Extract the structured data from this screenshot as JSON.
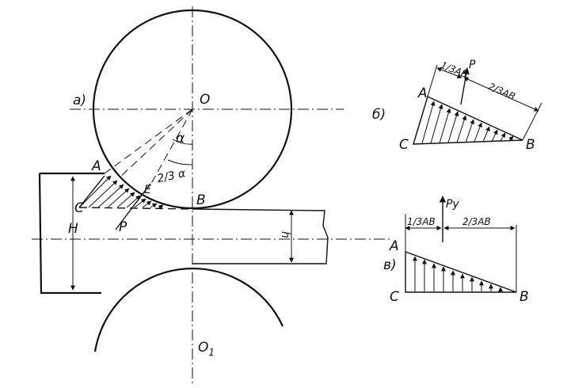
{
  "labels": {
    "view_a": "a)",
    "view_b": "б)",
    "view_v": "в)",
    "center_top": "O",
    "center_bottom": "O",
    "center_bottom_sub": "1",
    "alpha": "α",
    "two_thirds_alpha": "2/3 α",
    "pt_A": "A",
    "pt_B": "B",
    "pt_C": "C",
    "pt_E": "E",
    "pt_H": "H",
    "pt_P": "P",
    "dim_h": "h",
    "b_A": "A",
    "b_B": "B",
    "b_C": "C",
    "b_P": "P",
    "b_one_third": "1/3AB",
    "b_two_thirds": "2/3AB",
    "v_A": "A",
    "v_B": "B",
    "v_C": "C",
    "v_Py": "Py",
    "v_one_third": "1/3AB",
    "v_two_thirds": "2/3AB"
  }
}
